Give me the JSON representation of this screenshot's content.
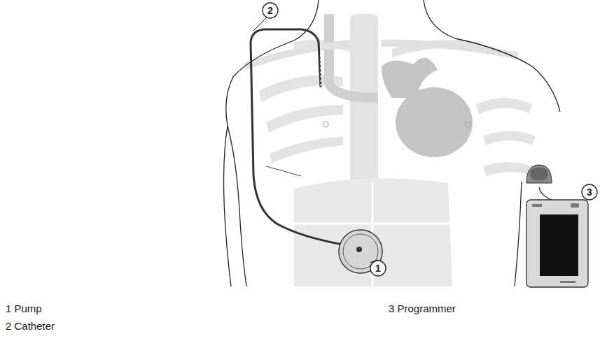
{
  "diagram": {
    "labels": [
      "2",
      "1",
      "3",
      "1 Pump",
      "2 Catheter",
      "3 Programmer"
    ]
  }
}
